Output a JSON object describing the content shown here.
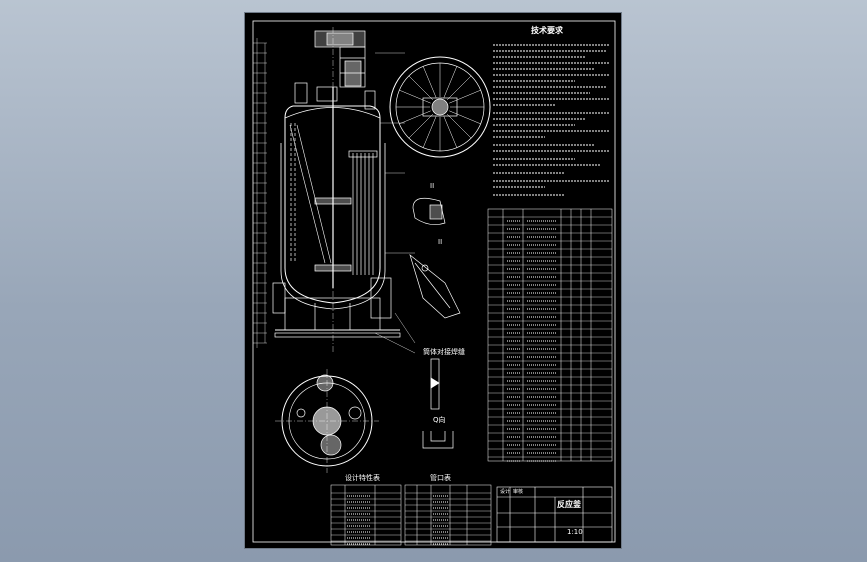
{
  "viewer": {
    "background_colors": [
      "#b9c4d1",
      "#8b9aae"
    ],
    "drawing_background": "#000000",
    "line_color": "#ffffff",
    "accent_lines": "#d8d8d8"
  },
  "drawing": {
    "tech_requirements_title": "技术要求",
    "section_I_label": "I",
    "section_II_label": "II",
    "detail_label": "筒体对接焊缝",
    "detail_Q_label": "Q向",
    "design_data_title": "设计特性表",
    "nozzle_table_title": "管口表",
    "title_block": {
      "drawing_name": "反应釜",
      "scale": "1:10",
      "designer_label": "设计",
      "checker_label": "审核"
    }
  }
}
